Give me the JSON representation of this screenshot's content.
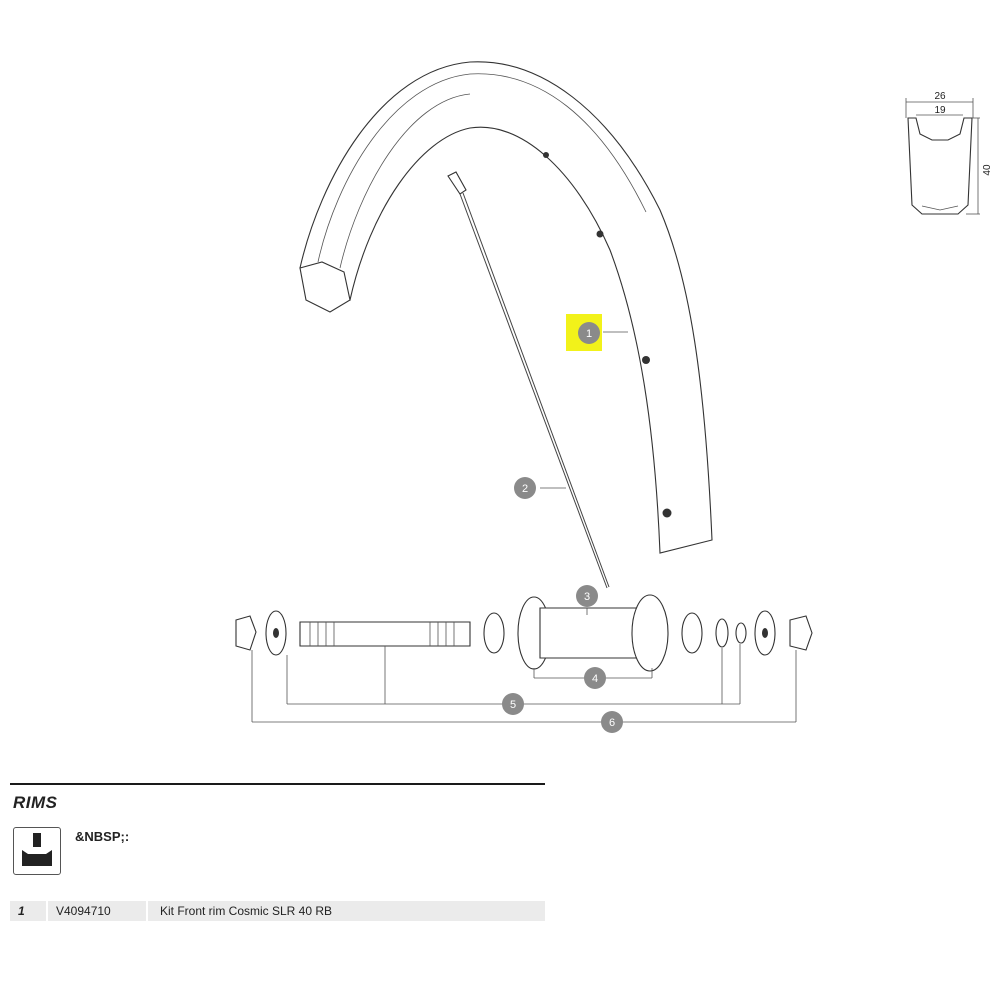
{
  "callouts": [
    {
      "label": "1",
      "highlighted": true
    },
    {
      "label": "2",
      "highlighted": false
    },
    {
      "label": "3",
      "highlighted": false
    },
    {
      "label": "4",
      "highlighted": false
    },
    {
      "label": "5",
      "highlighted": false
    },
    {
      "label": "6",
      "highlighted": false
    }
  ],
  "profile": {
    "outer_width": "26",
    "inner_width": "19",
    "depth": "40"
  },
  "section": {
    "title": "RIMS",
    "note": "&NBSP;:",
    "icon": "tube-valve-icon"
  },
  "parts": [
    {
      "ref": "1",
      "code": "V4094710",
      "description": "Kit Front rim Cosmic SLR 40 RB"
    }
  ],
  "colors": {
    "highlight": "#f2f21a",
    "callout": "#8a8a8a",
    "row_background": "#ebebeb"
  }
}
